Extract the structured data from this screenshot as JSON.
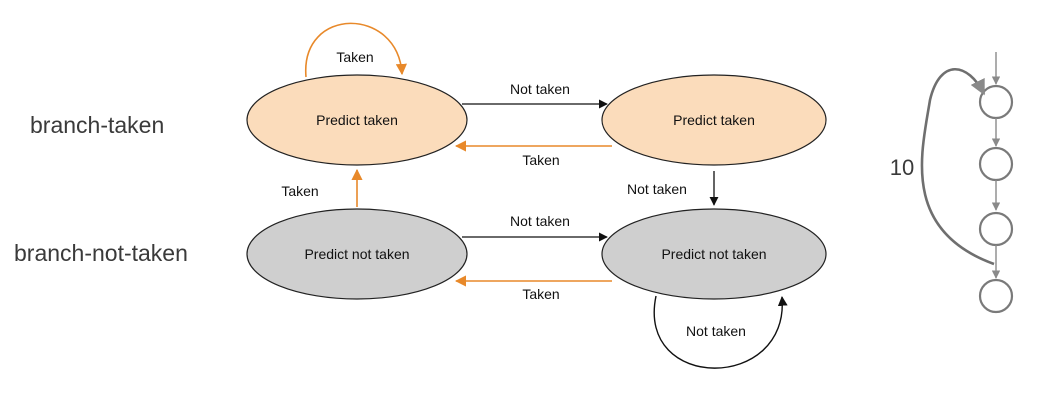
{
  "row_labels": {
    "taken": "branch-taken",
    "not_taken": "branch-not-taken"
  },
  "states": {
    "taken_left": "Predict taken",
    "taken_right": "Predict taken",
    "not_taken_left": "Predict not taken",
    "not_taken_right": "Predict not taken"
  },
  "transitions": {
    "self_loop_top": "Taken",
    "top_right": "Not taken",
    "top_left": "Taken",
    "right_down": "Not taken",
    "left_up": "Taken",
    "bottom_right": "Not taken",
    "bottom_left": "Taken",
    "self_loop_bottom": "Not taken"
  },
  "loop_count": "10",
  "colors": {
    "taken_fill": "#fbdcbb",
    "not_taken_fill": "#cfcfcf",
    "taken_arrow": "#e8892a",
    "not_taken_arrow": "#111111",
    "loop_graph": "#7a7a7a"
  }
}
